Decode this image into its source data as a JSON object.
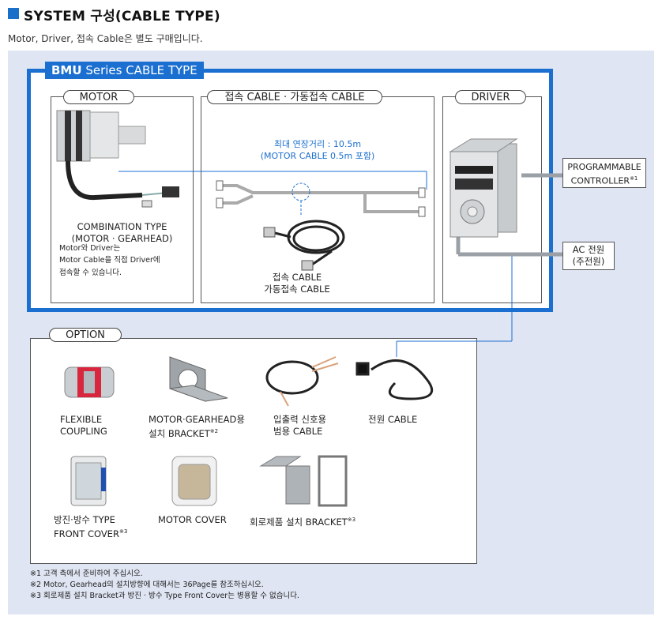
{
  "header": {
    "title": "SYSTEM 구성(CABLE TYPE)",
    "subtitle": "Motor, Driver, 접속 Cable은 별도 구매입니다."
  },
  "series_tab": {
    "bold": "BMU",
    "rest": " Series CABLE TYPE"
  },
  "sections": {
    "motor": {
      "label": "MOTOR",
      "caption_line1": "COMBINATION TYPE",
      "caption_line2": "(MOTOR · GEARHEAD)",
      "note_line1": "Motor와 Driver는",
      "note_line2": "Motor Cable을 직접 Driver에",
      "note_line3": "접속할 수 있습니다."
    },
    "cable": {
      "label": "접속 CABLE · 가동접속 CABLE",
      "max_ext_line1": "최대 연장거리 : 10.5m",
      "max_ext_line2": "(MOTOR CABLE 0.5m 포함)",
      "caption_line1": "접속 CABLE",
      "caption_line2": "가동접속 CABLE"
    },
    "driver": {
      "label": "DRIVER"
    }
  },
  "side_labels": {
    "programmable_line1": "PROGRAMMABLE",
    "programmable_line2": "CONTROLLER",
    "programmable_sup": "※1",
    "ac_line1": "AC 전원",
    "ac_line2": "(주전원)"
  },
  "option": {
    "label": "OPTION",
    "items": [
      {
        "line1": "FLEXIBLE",
        "line2": "COUPLING",
        "sup": ""
      },
      {
        "line1": "MOTOR·GEARHEAD용",
        "line2": "설치 BRACKET",
        "sup": "※2"
      },
      {
        "line1": "입출력 신호용",
        "line2": "범용 CABLE",
        "sup": ""
      },
      {
        "line1": "전원 CABLE",
        "line2": "",
        "sup": ""
      },
      {
        "line1": "방진·방수 TYPE",
        "line2": "FRONT COVER",
        "sup": "※3"
      },
      {
        "line1": "MOTOR COVER",
        "line2": "",
        "sup": ""
      },
      {
        "line1": "회로제품 설치 BRACKET",
        "line2": "",
        "sup": "※3"
      }
    ]
  },
  "footnotes": [
    "※1 고객 측에서 준비하여 주십시오.",
    "※2 Motor, Gearhead의 설치방향에 대해서는 36Page를 참조하십시오.",
    "※3 회로제품 설치 Bracket과 방진 · 방수 Type Front Cover는 병용할 수 없습니다."
  ],
  "colors": {
    "accent": "#1b6fd0",
    "panel_bg": "#dfe5f2",
    "frame": "#1b6fd0"
  }
}
